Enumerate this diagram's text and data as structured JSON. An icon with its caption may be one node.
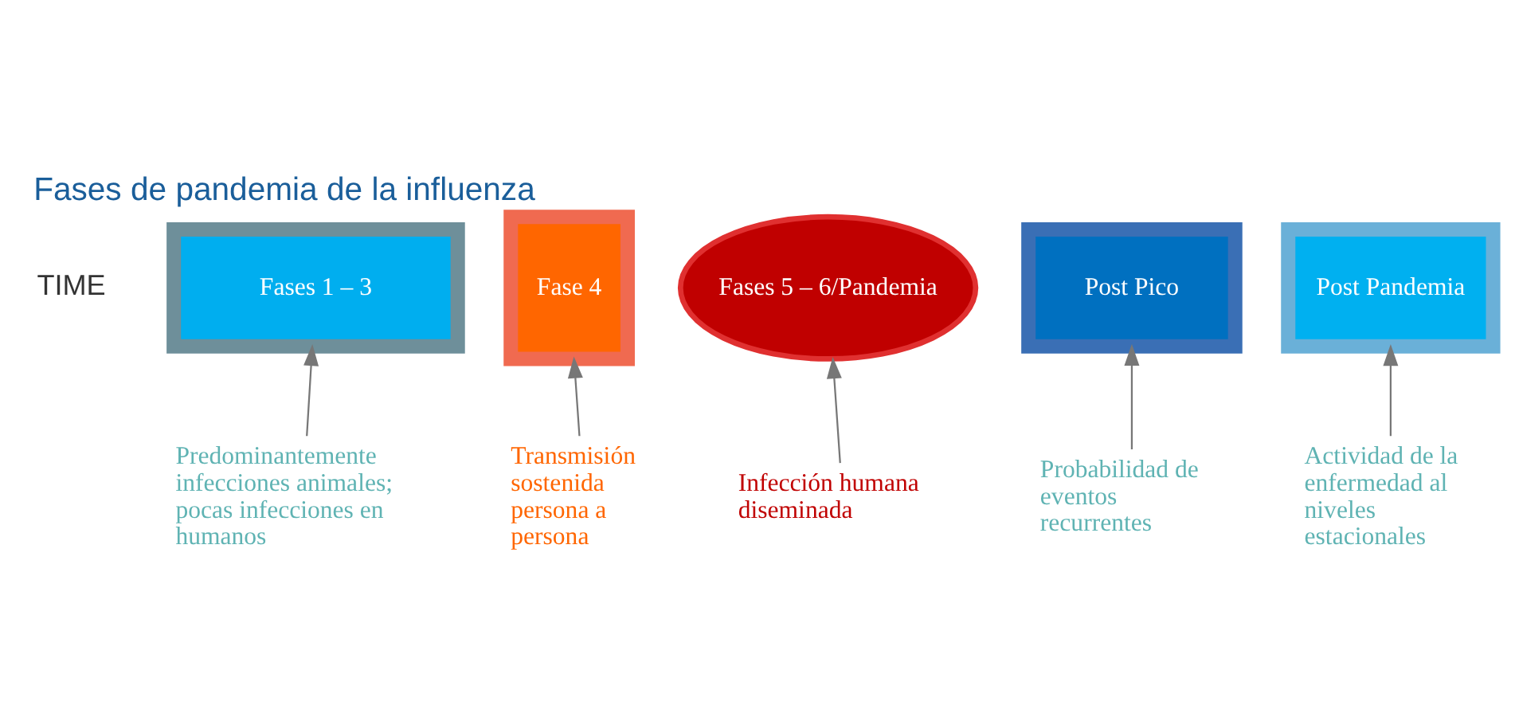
{
  "diagram": {
    "title": "Fases de pandemia de la influenza",
    "nodes": [
      {
        "text": [
          "Fases 1 – 3"
        ]
      },
      {
        "text": [
          "Fase 4"
        ]
      },
      {
        "text": [
          "Fases 5 – 6/Pandemia"
        ]
      },
      {
        "text": [
          "Post Pico"
        ]
      },
      {
        "text": [
          "Post Pandemia"
        ]
      },
      {
        "text": [
          "Predominantemente infecciones animales; pocas infecciones en humanos"
        ]
      },
      {
        "text": [
          "Transmisión sostenida persona a persona"
        ]
      },
      {
        "text": [
          "Infección humana diseminada"
        ]
      },
      {
        "text": [
          "Probabilidad de eventos recurrentes"
        ]
      },
      {
        "text": [
          "Actividad de la enfermedad al niveles estacionales"
        ]
      }
    ],
    "edges": [
      {
        "from": 5,
        "to": 0,
        "arrow": "to"
      },
      {
        "from": 6,
        "to": 1,
        "arrow": "to"
      },
      {
        "from": 7,
        "to": 2,
        "arrow": "to"
      },
      {
        "from": 8,
        "to": 3,
        "arrow": "to"
      },
      {
        "from": 9,
        "to": 4,
        "arrow": "to"
      }
    ],
    "labels": [
      "TIME"
    ]
  }
}
